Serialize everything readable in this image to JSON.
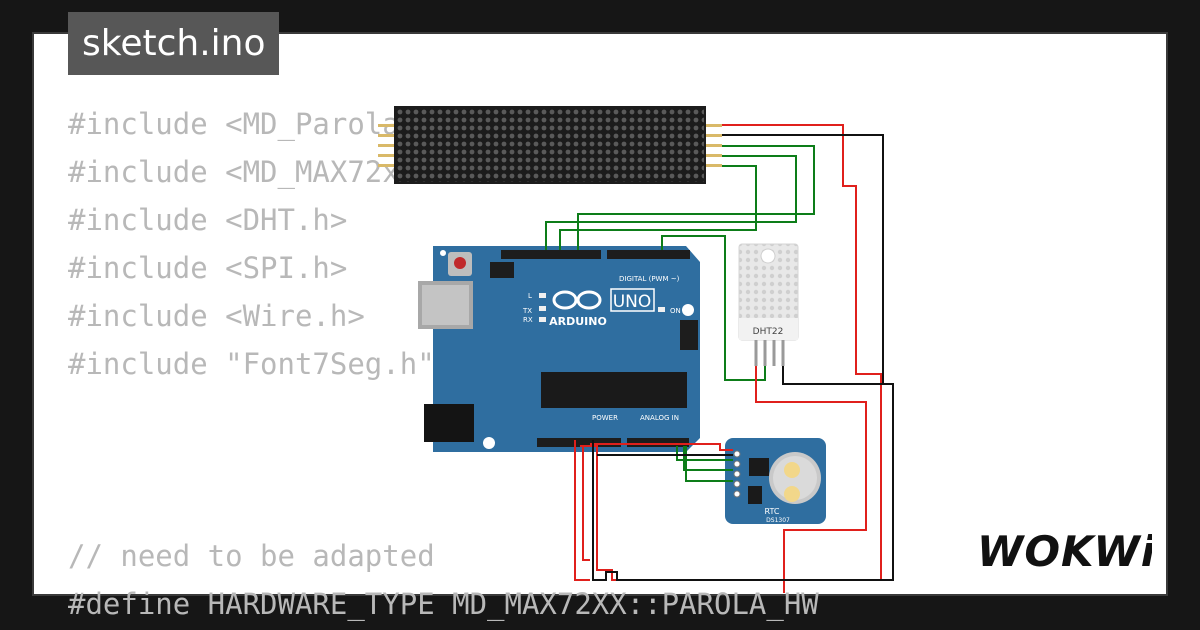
{
  "window": {
    "tab_title": "sketch.ino"
  },
  "code_lines": [
    "#include <MD_Parola.h>",
    "#include <MD_MAX72xx.h>",
    "#include <DHT.h>",
    "#include <SPI.h>",
    "#include <Wire.h>",
    "#include \"Font7Seg.h\"",
    "// need to be adapted",
    "#define HARDWARE_TYPE MD_MAX72XX::PAROLA_HW"
  ],
  "components": {
    "uno_brand": "ARDUINO",
    "uno_model": "UNO",
    "digital_header": "DIGITAL (PWM ~)",
    "power_header": "POWER",
    "analog_header": "ANALOG IN",
    "on_label": "ON",
    "led_l": "L",
    "led_tx": "TX",
    "led_rx": "RX",
    "dht_label": "DHT22",
    "rtc_label": "RTC",
    "rtc_chip": "DS1307"
  },
  "brand": {
    "logo_text": "WOKWi"
  },
  "colors": {
    "background": "#161616",
    "board_blue": "#2f6ea0",
    "wire_red": "#e0201c",
    "wire_green": "#0d7d19",
    "wire_black": "#111111",
    "code_text": "#b8b8b8",
    "tab_bg": "#575757"
  }
}
